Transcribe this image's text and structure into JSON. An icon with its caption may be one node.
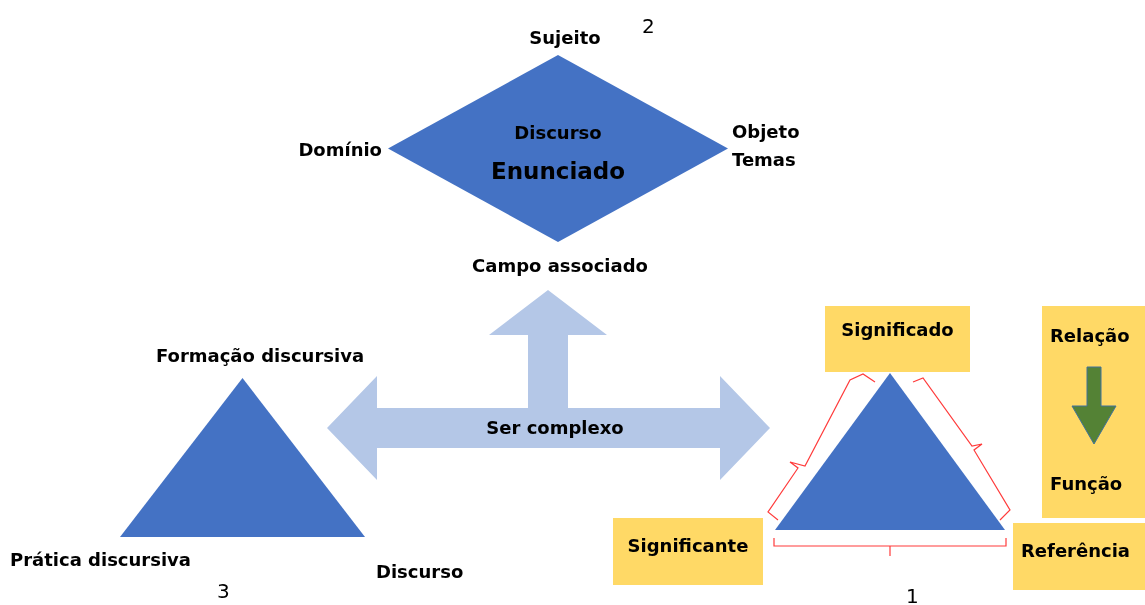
{
  "diagram": {
    "nodes": [
      {
        "text": [
          "Discurso",
          "Enunciado"
        ],
        "beside": [
          "Sujeito",
          "Domínio",
          "Objeto Temas",
          "Campo associado"
        ]
      },
      {
        "text": [],
        "shape": "triangle"
      },
      {
        "text": [
          "Ser complexo"
        ]
      },
      {
        "text": [],
        "shape": "triangle"
      },
      {
        "text": [
          "Significado"
        ]
      },
      {
        "text": [
          "Significante"
        ]
      },
      {
        "text": [
          "Referência"
        ]
      },
      {
        "text": [
          "Relação",
          "Função"
        ]
      }
    ],
    "edges": [
      {
        "from": 2,
        "to": 1,
        "arrow": "to"
      },
      {
        "from": 2,
        "to": 0,
        "arrow": "to"
      },
      {
        "from": 2,
        "to": 3,
        "arrow": "to"
      }
    ],
    "labels": [
      "2",
      "Formação discursiva",
      "Prática discursiva",
      "Discurso",
      "3",
      "1"
    ]
  }
}
